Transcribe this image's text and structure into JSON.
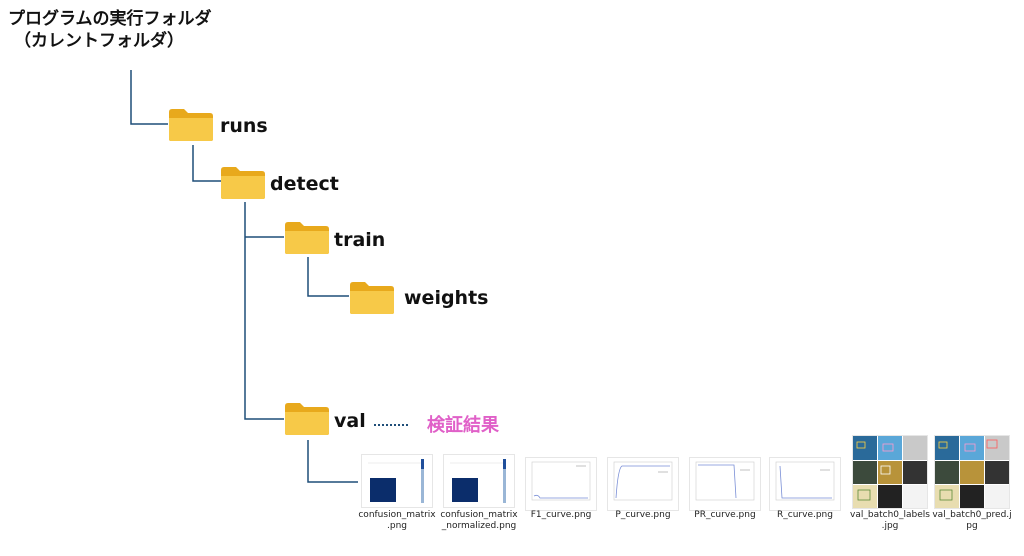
{
  "title": {
    "line1": "プログラムの実行フォルダ",
    "line2": "（カレントフォルダ）"
  },
  "folders": {
    "runs": "runs",
    "detect": "detect",
    "train": "train",
    "weights": "weights",
    "val": "val"
  },
  "note": "検証結果",
  "files": [
    {
      "line1": "confusion_matrix",
      "line2": ".png"
    },
    {
      "line1": "confusion_matrix",
      "line2": "_normalized.png"
    },
    {
      "line1": "F1_curve.png",
      "line2": ""
    },
    {
      "line1": "P_curve.png",
      "line2": ""
    },
    {
      "line1": "PR_curve.png",
      "line2": ""
    },
    {
      "line1": "R_curve.png",
      "line2": ""
    },
    {
      "line1": "val_batch0_labels",
      "line2": ".jpg"
    },
    {
      "line1": "val_batch0_pred.j",
      "line2": "pg"
    }
  ],
  "colors": {
    "connector": "#1f4e79",
    "folder_body": "#f7c948",
    "folder_back": "#e8a91c",
    "note": "#e060c8"
  },
  "icons": {
    "folder": "folder-icon"
  }
}
